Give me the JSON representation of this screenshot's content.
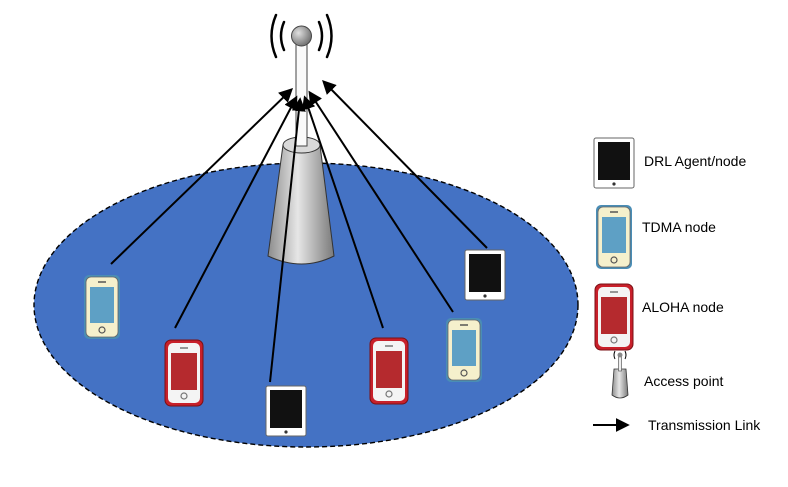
{
  "legend": {
    "drl": "DRL Agent/node",
    "tdma": "TDMA node",
    "aloha": "ALOHA node",
    "ap": "Access point",
    "link": "Transmission Link"
  },
  "colors": {
    "coverage_fill": "#4472c4",
    "tdma_body": "#4a8db5",
    "tdma_screen": "#5ea0c5",
    "tdma_outline": "#f5f0cc",
    "aloha_body": "#c8202a",
    "aloha_screen": "#b52a2e",
    "drl_body": "#111111",
    "tower_gray": "#b0b0b0"
  },
  "nodes": [
    {
      "kind": "tdma",
      "icon": "tdma-phone-icon"
    },
    {
      "kind": "aloha",
      "icon": "aloha-phone-icon"
    },
    {
      "kind": "drl",
      "icon": "drl-tablet-icon"
    },
    {
      "kind": "aloha",
      "icon": "aloha-phone-icon"
    },
    {
      "kind": "tdma",
      "icon": "tdma-phone-icon"
    },
    {
      "kind": "drl",
      "icon": "drl-tablet-icon"
    }
  ]
}
